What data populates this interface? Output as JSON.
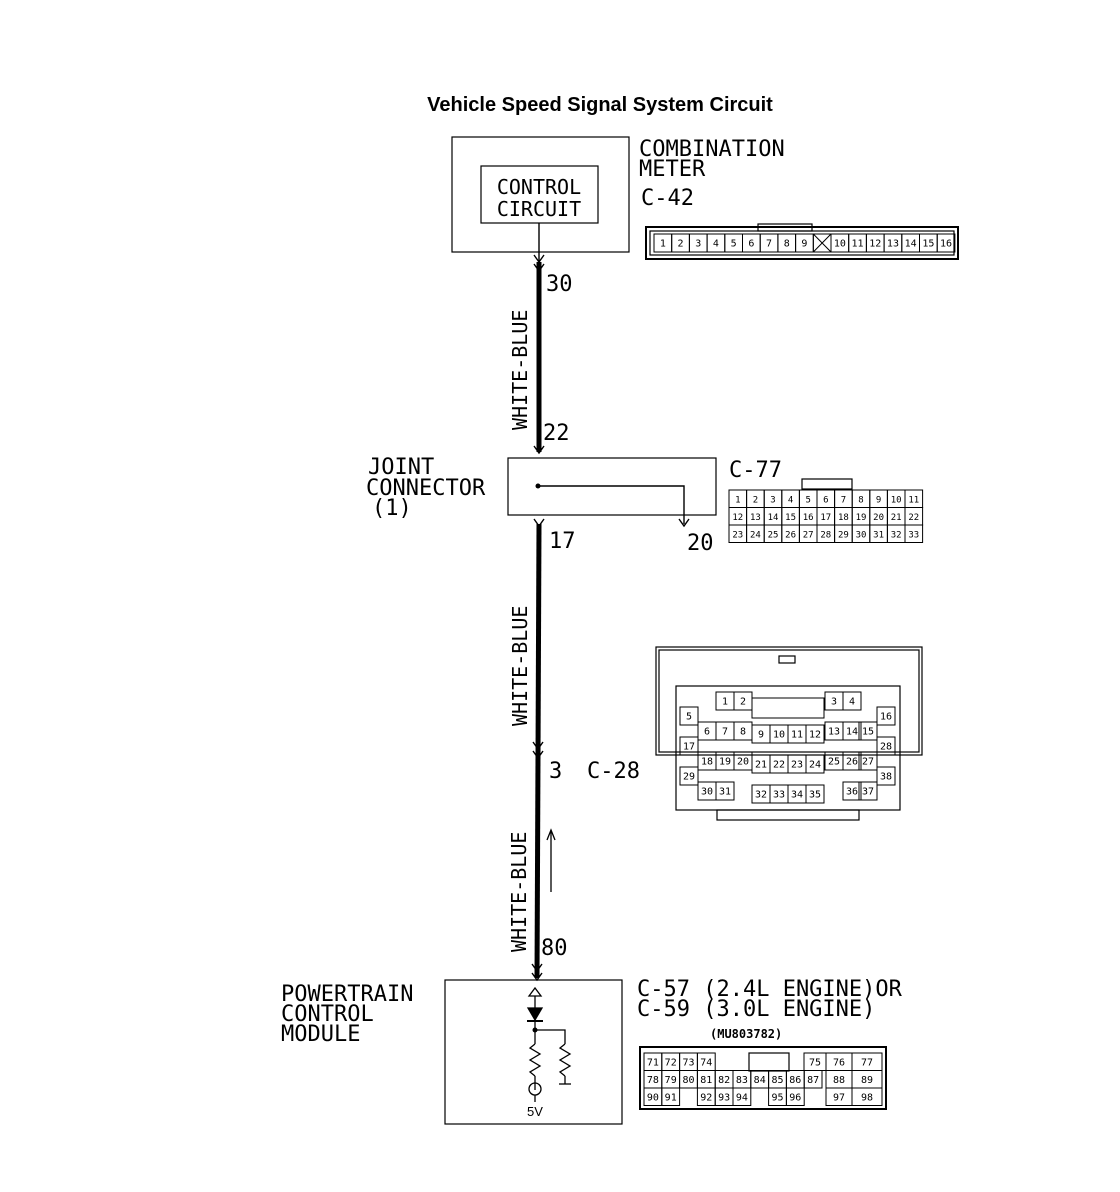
{
  "title": "Vehicle Speed Signal System Circuit",
  "combination_meter": {
    "name_line1": "COMBINATION",
    "name_line2": "METER",
    "connector": "C-42",
    "internal_line1": "CONTROL",
    "internal_line2": "CIRCUIT",
    "pin_top": "30",
    "connector_pins": [
      "1",
      "2",
      "3",
      "4",
      "5",
      "6",
      "7",
      "8",
      "9",
      "",
      "10",
      "11",
      "12",
      "13",
      "14",
      "15",
      "16"
    ]
  },
  "joint_connector": {
    "name_line1": "JOINT",
    "name_line2": "CONNECTOR",
    "name_line3": "(1)",
    "connector": "C-77",
    "pin_in": "22",
    "pin_out": "17",
    "pin_branch": "20",
    "connector_rows": [
      [
        "1",
        "2",
        "3",
        "4",
        "5",
        "6",
        "7",
        "8",
        "9",
        "10",
        "11"
      ],
      [
        "12",
        "13",
        "14",
        "15",
        "16",
        "17",
        "18",
        "19",
        "20",
        "21",
        "22"
      ],
      [
        "23",
        "24",
        "25",
        "26",
        "27",
        "28",
        "29",
        "30",
        "31",
        "32",
        "33"
      ]
    ]
  },
  "intermediate_connector": {
    "connector": "C-28",
    "pin": "3",
    "pins": [
      "1",
      "2",
      "3",
      "4",
      "5",
      "6",
      "7",
      "8",
      "9",
      "10",
      "11",
      "12",
      "13",
      "14",
      "15",
      "16",
      "17",
      "18",
      "19",
      "20",
      "21",
      "22",
      "23",
      "24",
      "25",
      "26",
      "27",
      "28",
      "29",
      "30",
      "31",
      "32",
      "33",
      "34",
      "35",
      "36",
      "37",
      "38"
    ]
  },
  "wires": [
    {
      "color": "WHITE-BLUE"
    },
    {
      "color": "WHITE-BLUE"
    },
    {
      "color": "WHITE-BLUE"
    }
  ],
  "pcm": {
    "name_line1": "POWERTRAIN",
    "name_line2": "CONTROL",
    "name_line3": "MODULE",
    "connector_line1": "C-57 (2.4L ENGINE)OR",
    "connector_line2": "C-59 (3.0L ENGINE)",
    "part_number": "(MU803782)",
    "pin": "80",
    "supply": "5V",
    "connector_rows": [
      [
        "71",
        "72",
        "73",
        "74",
        "",
        "",
        "",
        "",
        "75",
        "76",
        "77"
      ],
      [
        "78",
        "79",
        "80",
        "81",
        "82",
        "83",
        "84",
        "85",
        "86",
        "87",
        "88",
        "89"
      ],
      [
        "90",
        "91",
        "",
        "92",
        "93",
        "94",
        "",
        "95",
        "96",
        "",
        "97",
        "98"
      ]
    ]
  }
}
